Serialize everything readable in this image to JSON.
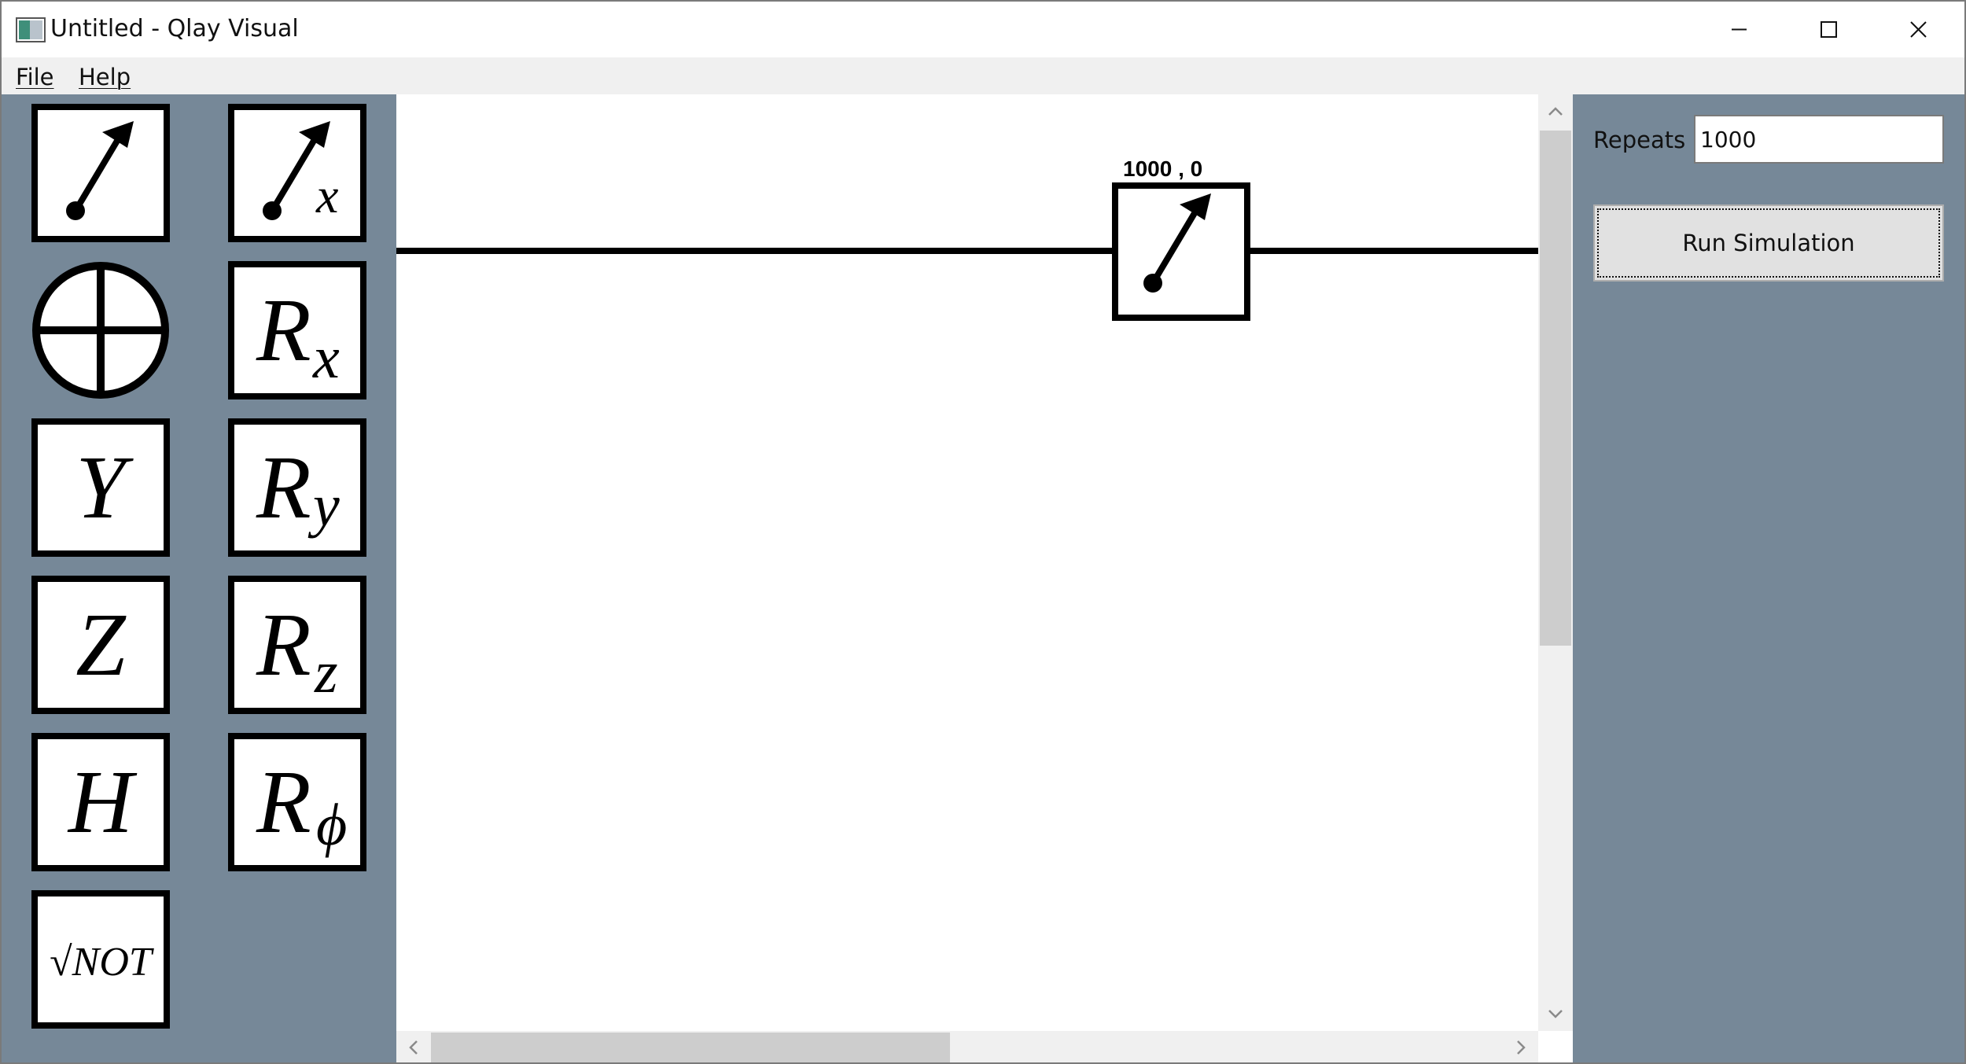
{
  "window": {
    "title": "Untitled - Qlay Visual"
  },
  "menu": {
    "file": "File",
    "help": "Help"
  },
  "palette": {
    "gates": [
      {
        "name": "measure",
        "icon": "measure-arrow-icon"
      },
      {
        "name": "measure-x",
        "icon": "measure-arrow-icon",
        "subscript": "x"
      },
      {
        "name": "cnot-target",
        "icon": "circle-plus-icon"
      },
      {
        "name": "rx",
        "main": "R",
        "subscript": "x"
      },
      {
        "name": "y",
        "main": "Y"
      },
      {
        "name": "ry",
        "main": "R",
        "subscript": "y"
      },
      {
        "name": "z",
        "main": "Z"
      },
      {
        "name": "rz",
        "main": "R",
        "subscript": "z"
      },
      {
        "name": "h",
        "main": "H"
      },
      {
        "name": "rphi",
        "main": "R",
        "subscript": "ϕ"
      },
      {
        "name": "sqrt-not",
        "main": "√NOT"
      }
    ]
  },
  "circuit": {
    "measurement_label": "1000 , 0"
  },
  "controls": {
    "repeats_label": "Repeats",
    "repeats_value": "1000",
    "run_label": "Run Simulation"
  }
}
